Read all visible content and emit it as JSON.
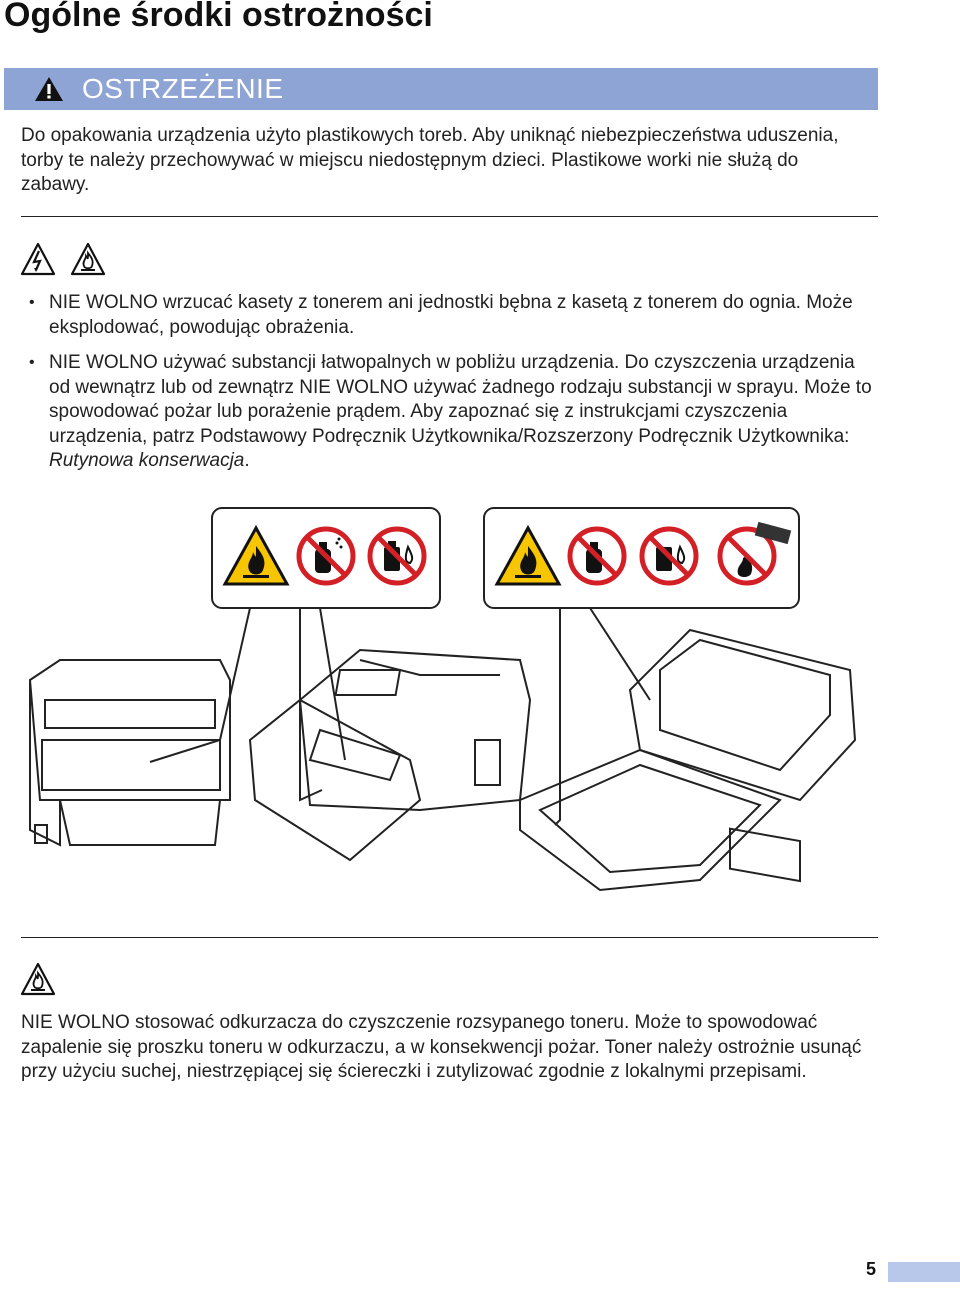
{
  "page": {
    "title": "Ogólne środki ostrożności",
    "number": "5"
  },
  "warning_banner": {
    "label": "OSTRZEŻENIE",
    "color": "#8ea4d4"
  },
  "sections": {
    "plastic_bags": "Do opakowania urządzenia użyto plastikowych toreb. Aby uniknąć niebezpieczeństwa uduszenia, torby te należy przechowywać w miejscu niedostępnym dzieci. Plastikowe worki nie służą do zabawy.",
    "bullets": [
      {
        "text": "NIE WOLNO wrzucać kasety z tonerem ani jednostki bębna z kasetą z tonerem do ognia. Może eksplodować, powodując obrażenia."
      },
      {
        "text": "NIE WOLNO używać substancji łatwopalnych w pobliżu urządzenia. Do czyszczenia urządzenia od wewnątrz lub od zewnątrz NIE WOLNO używać żadnego rodzaju substancji w sprayu. Może to spowodować pożar lub porażenie prądem. Aby zapoznać się z instrukcjami czyszczenia urządzenia, patrz Podstawowy Podręcznik Użytkownika/Rozszerzony Podręcznik Użytkownika: ",
        "italic": "Rutynowa konserwacja",
        "tail": "."
      }
    ],
    "vacuum": "NIE WOLNO stosować odkurzacza do czyszczenie rozsypanego toneru. Może to spowodować zapalenie się proszku toneru w odkurzaczu, a w konsekwencji pożar. Toner należy ostrożnie usunąć przy użyciu suchej, niestrzępiącej się ściereczki i zutylizować zgodnie z lokalnymi przepisami."
  },
  "icons": {
    "banner": "warning-triangle-icon",
    "hazards": [
      "electric-shock-icon",
      "fire-hazard-icon"
    ],
    "single": "fire-hazard-icon"
  }
}
